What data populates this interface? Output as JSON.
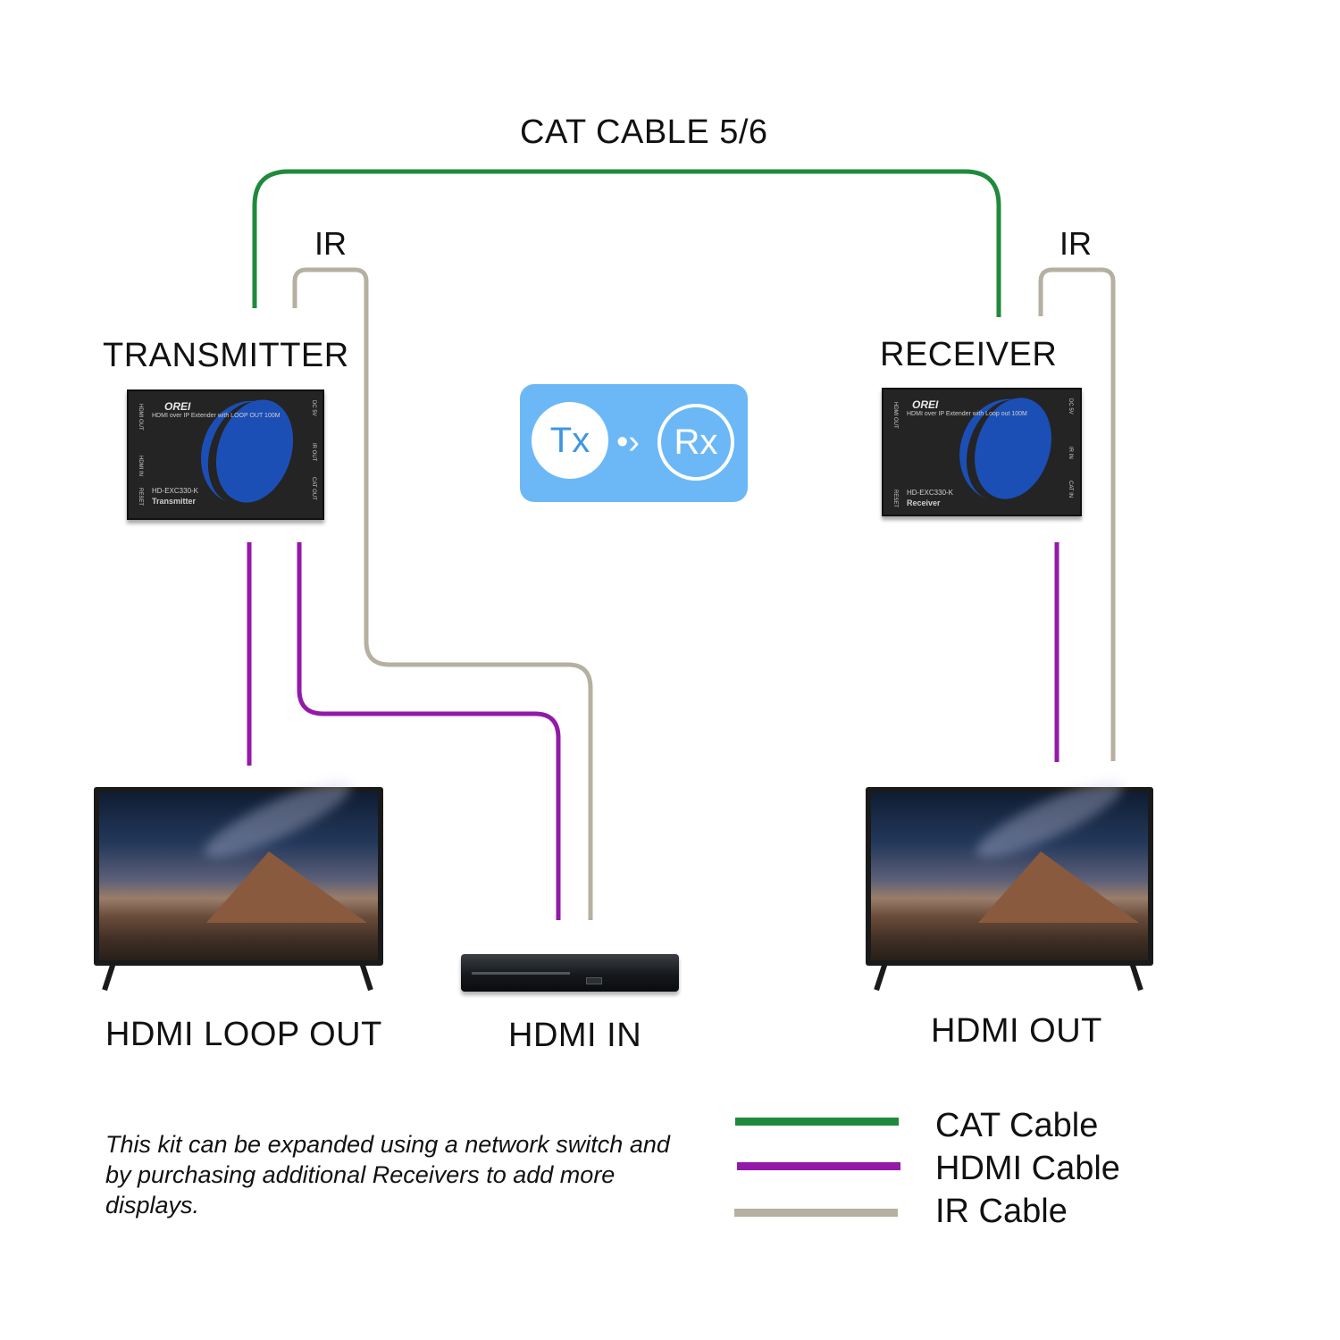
{
  "title": "CAT CABLE 5/6",
  "labels": {
    "ir_left": "IR",
    "ir_right": "IR",
    "transmitter": "TRANSMITTER",
    "receiver": "RECEIVER",
    "hdmi_loop_out": "HDMI LOOP OUT",
    "hdmi_in": "HDMI IN",
    "hdmi_out": "HDMI OUT"
  },
  "badge": {
    "tx": "Tx",
    "rx": "Rx"
  },
  "devices": {
    "transmitter": {
      "brand": "OREI",
      "desc": "HDMI over IP Extender with LOOP OUT 100M",
      "model": "HD-EXC330-K",
      "role": "Transmitter",
      "ports": [
        "HDMI OUT",
        "HDMI IN",
        "RESET",
        "DC 5V",
        "IR OUT",
        "CAT OUT"
      ]
    },
    "receiver": {
      "brand": "OREI",
      "desc": "HDMI over IP Extender with Loop out 100M",
      "model": "HD-EXC330-K",
      "role": "Receiver",
      "ports": [
        "HDMI OUT",
        "RESET",
        "DC 5V",
        "IR IN",
        "CAT IN"
      ]
    }
  },
  "note": "This kit can be expanded using a network switch and by purchasing additional Receivers to add more displays.",
  "legend": [
    {
      "label": "CAT Cable",
      "color": "#1f8a3c"
    },
    {
      "label": "HDMI Cable",
      "color": "#931aa8"
    },
    {
      "label": "IR Cable",
      "color": "#b5b0a0"
    }
  ],
  "colors": {
    "cat": "#1f8a3c",
    "hdmi": "#931aa8",
    "ir": "#b5b0a0",
    "badge": "#6cb8f6",
    "device_blue": "#1c4fb5"
  }
}
